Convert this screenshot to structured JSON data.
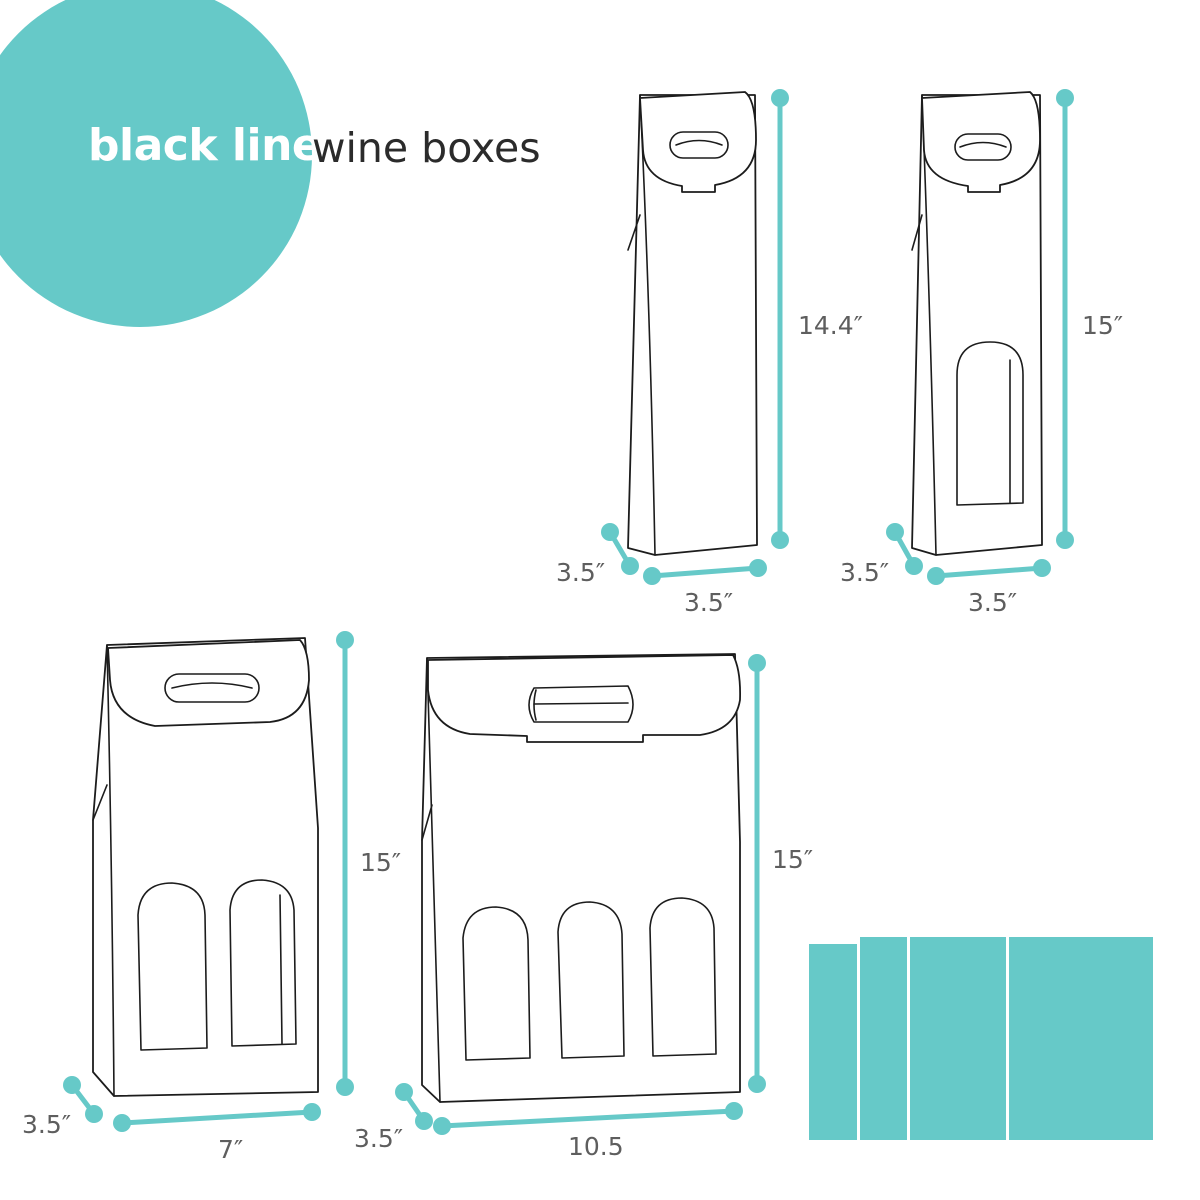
{
  "title": {
    "highlight": "black linen",
    "rest": "wine boxes"
  },
  "colors": {
    "accent": "#66c9c8",
    "outline": "#1c1c1c",
    "dimension_text": "#5e5e5e"
  },
  "boxes": [
    {
      "id": "single-no-window",
      "height": "14.4″",
      "depth": "3.5″",
      "width": "3.5″"
    },
    {
      "id": "single-window",
      "height": "15″",
      "depth": "3.5″",
      "width": "3.5″"
    },
    {
      "id": "double-window",
      "height": "15″",
      "depth": "3.5″",
      "width": "7″"
    },
    {
      "id": "triple-window",
      "height": "15″",
      "depth": "3.5″",
      "width": "10.5"
    }
  ],
  "swatch": {
    "panels": 4
  }
}
